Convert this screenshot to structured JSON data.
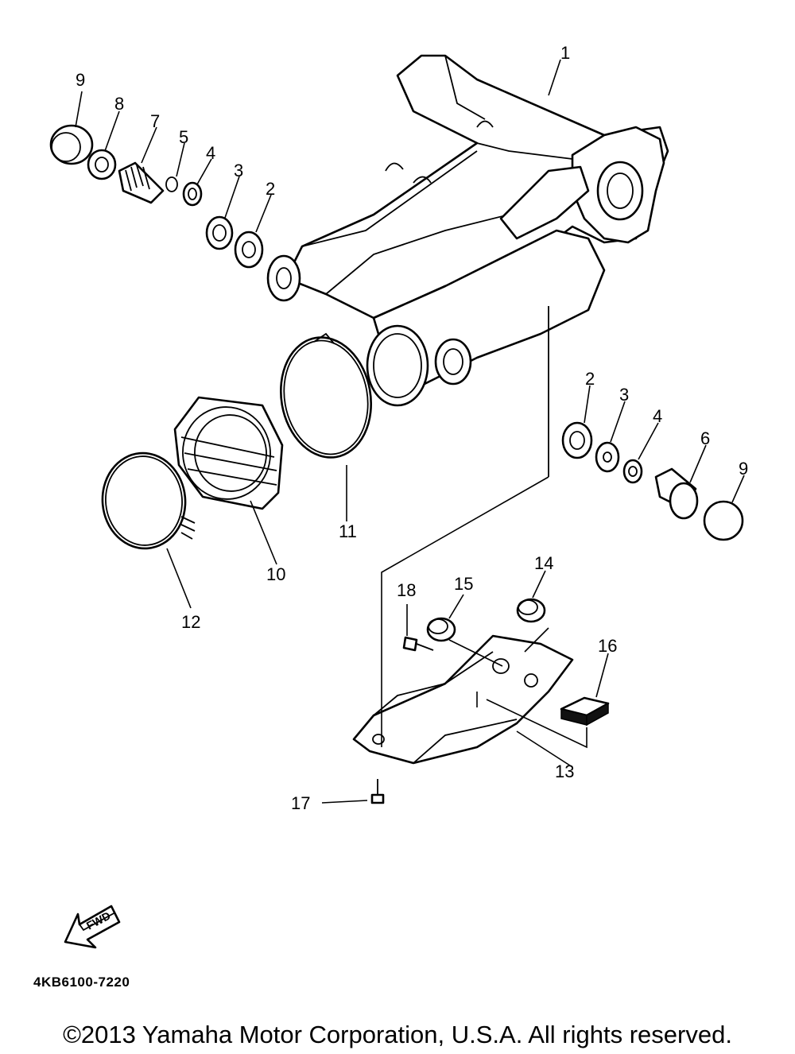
{
  "callouts": [
    "1",
    "2",
    "3",
    "4",
    "5",
    "6",
    "7",
    "8",
    "9",
    "10",
    "11",
    "12",
    "13",
    "14",
    "15",
    "16",
    "17",
    "18"
  ],
  "diagram_code": "4KB6100-7220",
  "fwd_label": "FWD",
  "copyright": "©2013 Yamaha Motor Corporation, U.S.A. All rights reserved."
}
